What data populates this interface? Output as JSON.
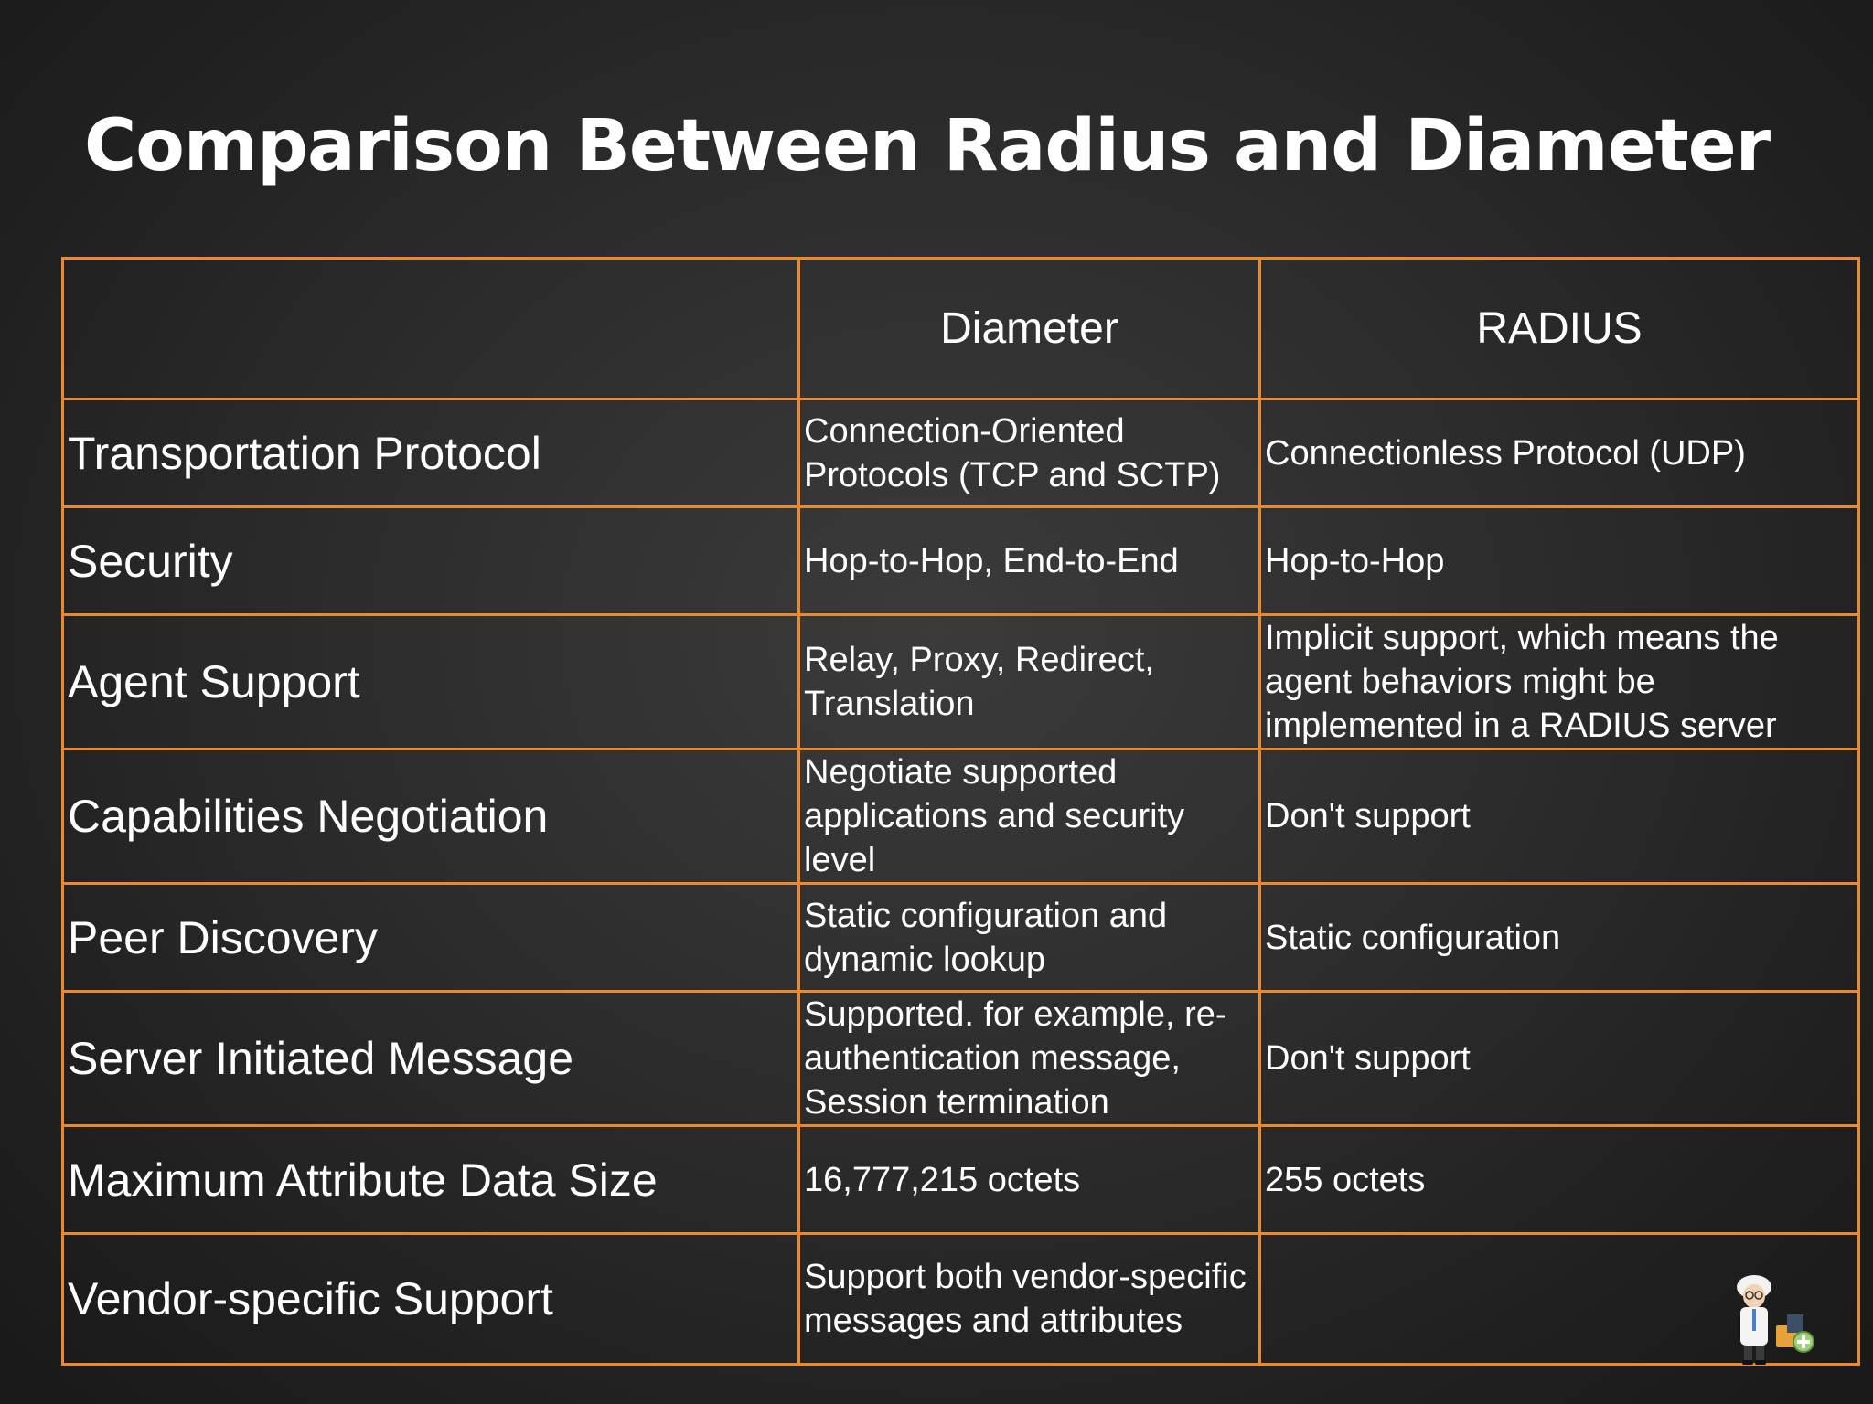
{
  "slide": {
    "title": "Comparison Between Radius and Diameter"
  },
  "table": {
    "headers": [
      "",
      "Diameter",
      "RADIUS"
    ],
    "rows": [
      {
        "label": "Transportation Protocol",
        "diameter": "Connection-Oriented Protocols (TCP and SCTP)",
        "radius": "Connectionless Protocol (UDP)"
      },
      {
        "label": "Security",
        "diameter": "Hop-to-Hop, End-to-End",
        "radius": "Hop-to-Hop"
      },
      {
        "label": "Agent Support",
        "diameter": "Relay, Proxy, Redirect, Translation",
        "radius": "Implicit support, which means the agent behaviors might be implemented in a RADIUS server"
      },
      {
        "label": "Capabilities Negotiation",
        "diameter": "Negotiate supported applications and security level",
        "radius": "Don't support"
      },
      {
        "label": "Peer Discovery",
        "diameter": "Static configuration and dynamic lookup",
        "radius": "Static configuration"
      },
      {
        "label": "Server Initiated Message",
        "diameter": "Supported. for example, re-authentication message, Session termination",
        "radius": "Don't support"
      },
      {
        "label": "Maximum Attribute Data Size",
        "diameter": "16,777,215 octets",
        "radius": "255 octets"
      },
      {
        "label": "Vendor-specific Support",
        "diameter": "Support both vendor-specific messages and attributes",
        "radius": ""
      }
    ]
  },
  "colors": {
    "border": "#e98a2e",
    "background": "#2c2c2c",
    "text": "#ffffff"
  },
  "icons": {
    "corner": "professor-mascot-icon"
  }
}
